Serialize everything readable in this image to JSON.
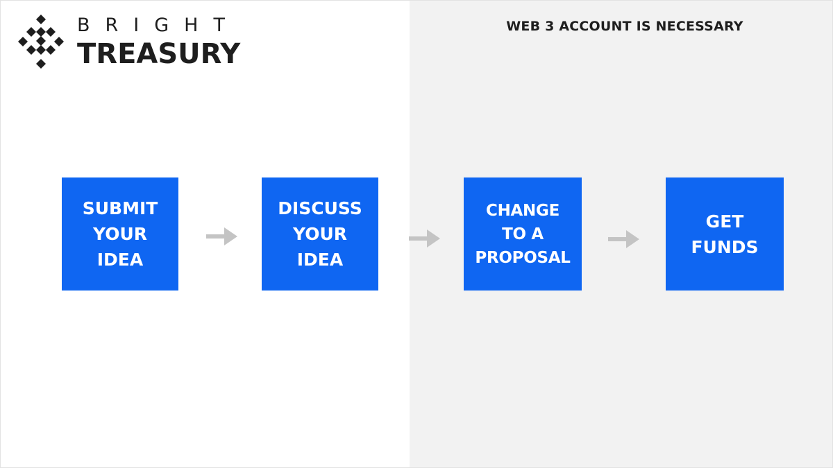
{
  "brand": {
    "name_top": "BRIGHT",
    "name_bottom": "TREASURY",
    "logo_icon": "diamond-grid-icon"
  },
  "panel": {
    "heading": "WEB 3 ACCOUNT IS NECESSARY"
  },
  "steps": [
    {
      "label": "SUBMIT\nYOUR\nIDEA"
    },
    {
      "label": "DISCUSS\nYOUR\nIDEA"
    },
    {
      "label": "CHANGE\nTO A\nPROPOSAL"
    },
    {
      "label": "GET\nFUNDS"
    }
  ],
  "colors": {
    "step_fill": "#0f66f2",
    "step_text": "#ffffff",
    "panel_background": "#f2f2f2",
    "arrow": "#c4c4c4",
    "text_dark": "#1e1e1e"
  }
}
